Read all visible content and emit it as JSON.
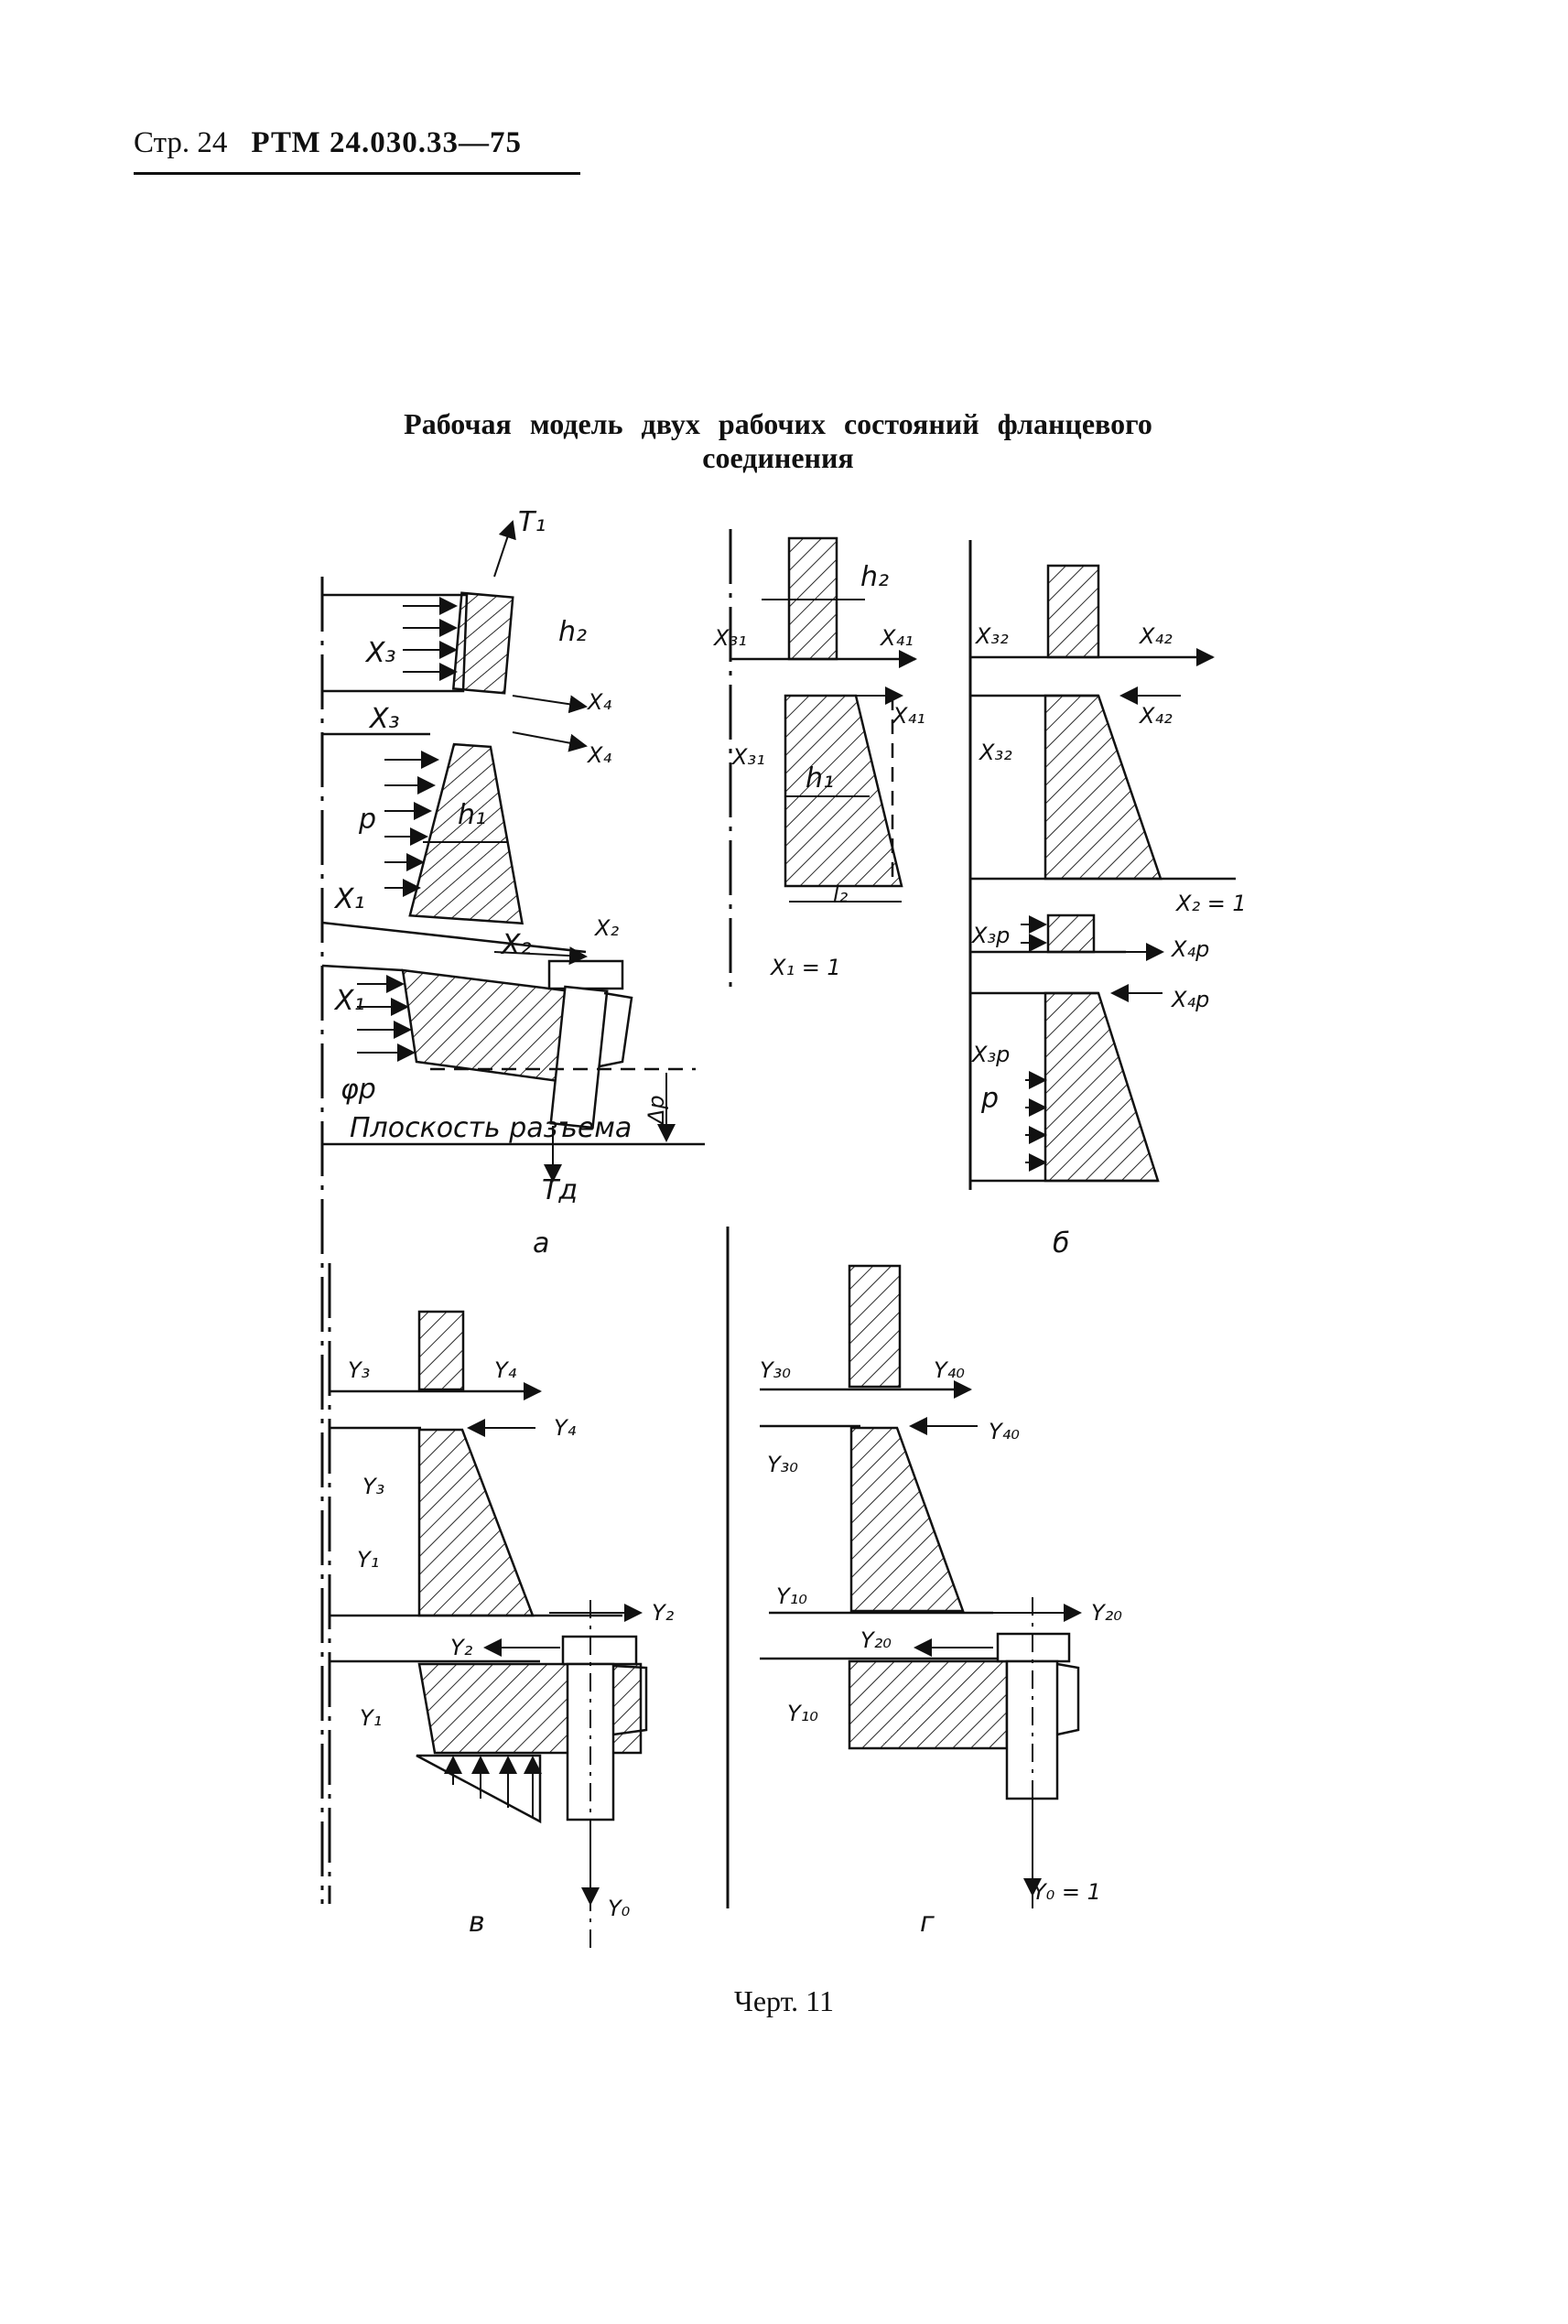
{
  "header": {
    "page": "Стр. 24",
    "code": "РТМ 24.030.33—75"
  },
  "title_line1": "Рабочая модель двух рабочих состояний фланцевого",
  "title_line2": "соединения",
  "caption": "Черт. 11",
  "subfigures": {
    "a": "а",
    "b": "б",
    "v": "в",
    "g": "г"
  },
  "labels": {
    "T1": "T₁",
    "Td": "Tд",
    "h2": "h₂",
    "h1": "h₁",
    "l2": "l₂",
    "X1": "X₁",
    "X2": "X₂",
    "X3": "X₃",
    "X4": "X₄",
    "p": "p",
    "phi": "φp",
    "dp": "Δp",
    "plane": "Плоскость разъема",
    "X31": "X₃₁",
    "X41": "X₄₁",
    "X1eq": "X₁ = 1",
    "X32": "X₃₂",
    "X42": "X₄₂",
    "X2eq": "X₂ = 1",
    "X3p": "X₃p",
    "X4p": "X₄p",
    "Y1": "Y₁",
    "Y2": "Y₂",
    "Y3": "Y₃",
    "Y4": "Y₄",
    "Y0": "Y₀",
    "Y10": "Y₁₀",
    "Y20": "Y₂₀",
    "Y30": "Y₃₀",
    "Y40": "Y₄₀",
    "Y0eq": "Y₀ = 1"
  }
}
